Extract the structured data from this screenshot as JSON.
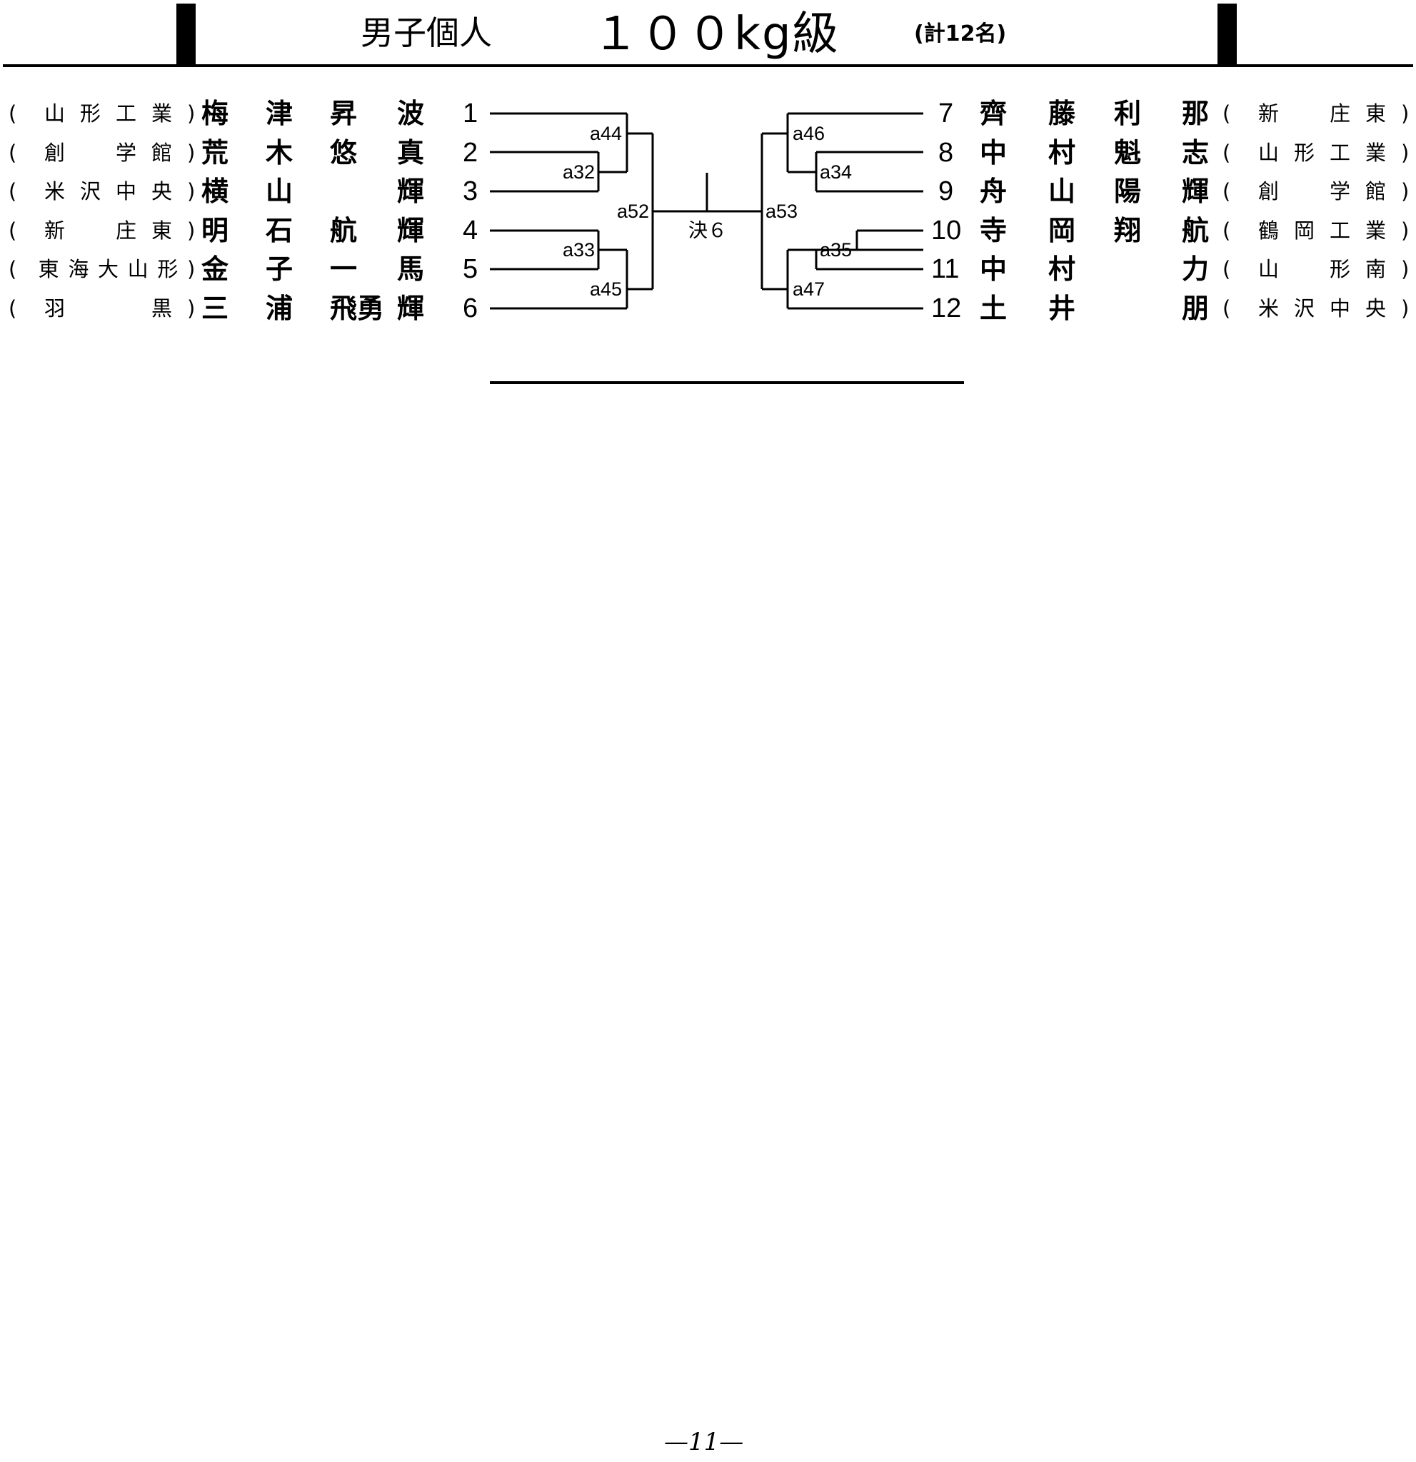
{
  "header": {
    "title": "男子個人",
    "weight": "１００kg級",
    "count": "(計12名)"
  },
  "left": [
    {
      "seed": "1",
      "name": [
        "梅",
        "津",
        "昇",
        "波"
      ],
      "team": [
        "(",
        "山",
        "形",
        "工",
        "業",
        ")"
      ]
    },
    {
      "seed": "2",
      "name": [
        "荒",
        "木",
        "悠",
        "真"
      ],
      "team": [
        "(",
        "創",
        "",
        "学",
        "館",
        ")"
      ]
    },
    {
      "seed": "3",
      "name": [
        "横",
        "山",
        "",
        "輝"
      ],
      "team": [
        "(",
        "米",
        "沢",
        "中",
        "央",
        ")"
      ]
    },
    {
      "seed": "4",
      "name": [
        "明",
        "石",
        "航",
        "輝"
      ],
      "team": [
        "(",
        "新",
        "",
        "庄",
        "東",
        ")"
      ]
    },
    {
      "seed": "5",
      "name": [
        "金",
        "子",
        "一",
        "馬"
      ],
      "team": [
        "(",
        "東",
        "海",
        "大",
        "山",
        "形",
        ")"
      ]
    },
    {
      "seed": "6",
      "name": [
        "三",
        "浦",
        "飛勇",
        "輝"
      ],
      "team": [
        "(",
        "羽",
        "",
        "",
        "黒",
        ")"
      ]
    }
  ],
  "right": [
    {
      "seed": "7",
      "name": [
        "齊",
        "藤",
        "利",
        "那"
      ],
      "team": [
        "(",
        "新",
        "",
        "庄",
        "東",
        ")"
      ]
    },
    {
      "seed": "8",
      "name": [
        "中",
        "村",
        "魁",
        "志"
      ],
      "team": [
        "(",
        "山",
        "形",
        "工",
        "業",
        ")"
      ]
    },
    {
      "seed": "9",
      "name": [
        "舟",
        "山",
        "陽",
        "輝"
      ],
      "team": [
        "(",
        "創",
        "",
        "学",
        "館",
        ")"
      ]
    },
    {
      "seed": "10",
      "name": [
        "寺",
        "岡",
        "翔",
        "航"
      ],
      "team": [
        "(",
        "鶴",
        "岡",
        "工",
        "業",
        ")"
      ]
    },
    {
      "seed": "11",
      "name": [
        "中",
        "村",
        "",
        "力"
      ],
      "team": [
        "(",
        "山",
        "",
        "形",
        "南",
        ")"
      ]
    },
    {
      "seed": "12",
      "name": [
        "土",
        "井",
        "",
        "朋"
      ],
      "team": [
        "(",
        "米",
        "沢",
        "中",
        "央",
        ")"
      ]
    }
  ],
  "matches": {
    "a32": "a32",
    "a33": "a33",
    "a34": "a34",
    "a35": "a35",
    "a44": "a44",
    "a45": "a45",
    "a46": "a46",
    "a47": "a47",
    "a52": "a52",
    "a53": "a53",
    "final": "決６"
  },
  "footer": "—11—"
}
